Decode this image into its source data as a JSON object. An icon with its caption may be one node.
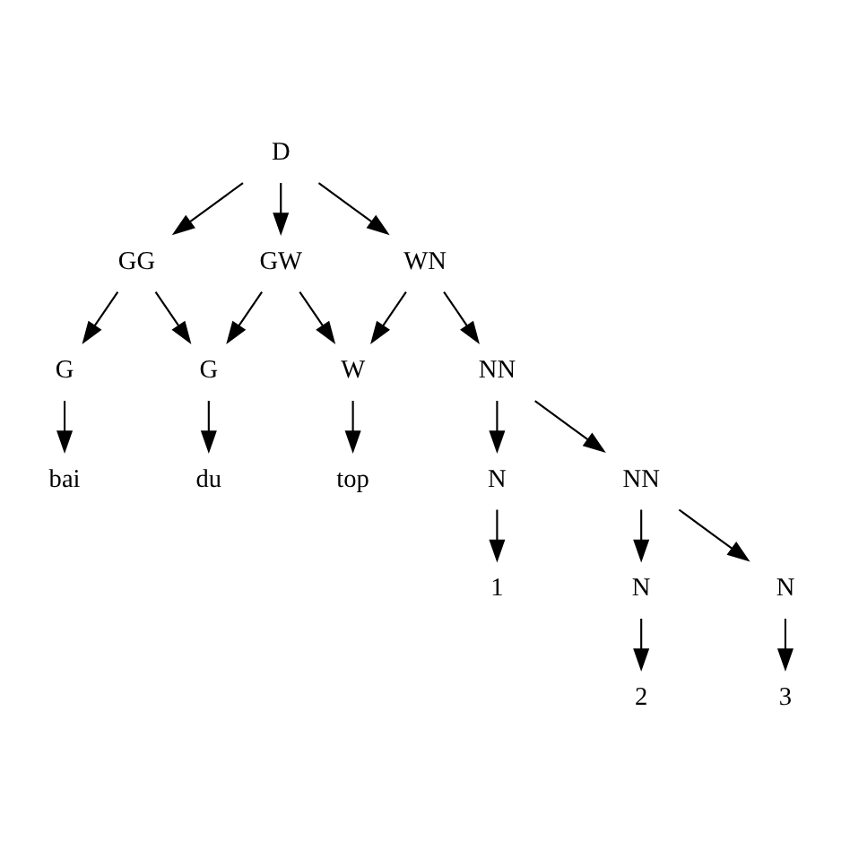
{
  "diagram": {
    "nodes": [
      {
        "text": [
          "D"
        ]
      },
      {
        "text": [
          "GG"
        ]
      },
      {
        "text": [
          "GW"
        ]
      },
      {
        "text": [
          "WN"
        ]
      },
      {
        "text": [
          "G"
        ]
      },
      {
        "text": [
          "G"
        ]
      },
      {
        "text": [
          "W"
        ]
      },
      {
        "text": [
          "NN"
        ]
      },
      {
        "text": [
          "bai"
        ]
      },
      {
        "text": [
          "du"
        ]
      },
      {
        "text": [
          "top"
        ]
      },
      {
        "text": [
          "N"
        ]
      },
      {
        "text": [
          "NN"
        ]
      },
      {
        "text": [
          "1"
        ]
      },
      {
        "text": [
          "N"
        ]
      },
      {
        "text": [
          "N"
        ]
      },
      {
        "text": [
          "2"
        ]
      },
      {
        "text": [
          "3"
        ]
      }
    ],
    "edges": [
      {
        "from": 0,
        "to": 1,
        "arrow": "to"
      },
      {
        "from": 0,
        "to": 2,
        "arrow": "to"
      },
      {
        "from": 0,
        "to": 3,
        "arrow": "to"
      },
      {
        "from": 1,
        "to": 4,
        "arrow": "to"
      },
      {
        "from": 1,
        "to": 5,
        "arrow": "to"
      },
      {
        "from": 2,
        "to": 5,
        "arrow": "to"
      },
      {
        "from": 2,
        "to": 6,
        "arrow": "to"
      },
      {
        "from": 3,
        "to": 6,
        "arrow": "to"
      },
      {
        "from": 3,
        "to": 7,
        "arrow": "to"
      },
      {
        "from": 4,
        "to": 8,
        "arrow": "to"
      },
      {
        "from": 5,
        "to": 9,
        "arrow": "to"
      },
      {
        "from": 6,
        "to": 10,
        "arrow": "to"
      },
      {
        "from": 7,
        "to": 11,
        "arrow": "to"
      },
      {
        "from": 7,
        "to": 12,
        "arrow": "to"
      },
      {
        "from": 11,
        "to": 13,
        "arrow": "to"
      },
      {
        "from": 12,
        "to": 14,
        "arrow": "to"
      },
      {
        "from": 12,
        "to": 15,
        "arrow": "to"
      },
      {
        "from": 14,
        "to": 16,
        "arrow": "to"
      },
      {
        "from": 15,
        "to": 17,
        "arrow": "to"
      }
    ]
  }
}
